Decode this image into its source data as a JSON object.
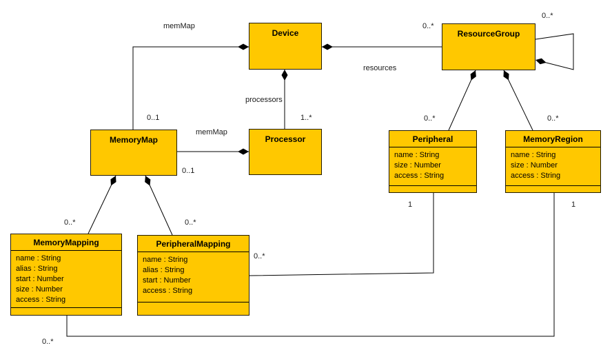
{
  "diagram": {
    "kind": "uml-class-diagram",
    "colors": {
      "class_fill": "#FFC800",
      "class_border": "#211a00",
      "line": "#000000",
      "background": "#ffffff"
    }
  },
  "classes": {
    "device": {
      "name": "Device"
    },
    "resource_group": {
      "name": "ResourceGroup"
    },
    "memory_map": {
      "name": "MemoryMap"
    },
    "processor": {
      "name": "Processor"
    },
    "peripheral": {
      "name": "Peripheral",
      "attributes": [
        "name : String",
        "size : Number",
        "access : String"
      ]
    },
    "memory_region": {
      "name": "MemoryRegion",
      "attributes": [
        "name : String",
        "size : Number",
        "access : String"
      ]
    },
    "memory_mapping": {
      "name": "MemoryMapping",
      "attributes": [
        "name : String",
        "alias : String",
        "start : Number",
        "size : Number",
        "access : String"
      ]
    },
    "peripheral_mapping": {
      "name": "PeripheralMapping",
      "attributes": [
        "name : String",
        "alias : String",
        "start : Number",
        "access : String"
      ]
    }
  },
  "associations": {
    "device_memorymap": {
      "name": "memMap",
      "multiplicity": "0..1"
    },
    "device_resourcegroup": {
      "name": "resources",
      "multiplicity": "0..*"
    },
    "device_processor": {
      "name": "processors",
      "multiplicity": "1..*"
    },
    "processor_memorymap": {
      "name": "memMap",
      "multiplicity": "0..1"
    },
    "resourcegroup_self": {
      "multiplicity": "0..*"
    },
    "resourcegroup_peripheral": {
      "multiplicity": "0..*"
    },
    "resourcegroup_memoryregion": {
      "multiplicity": "0..*"
    },
    "memorymap_memorymapping": {
      "multiplicity": "0..*"
    },
    "memorymap_peripheralmapping": {
      "multiplicity": "0..*"
    },
    "peripheral_peripheralmapping": {
      "source_multiplicity": "1",
      "target_multiplicity": "0..*"
    },
    "memoryregion_memorymapping": {
      "source_multiplicity": "1",
      "target_multiplicity": "0..*"
    }
  }
}
